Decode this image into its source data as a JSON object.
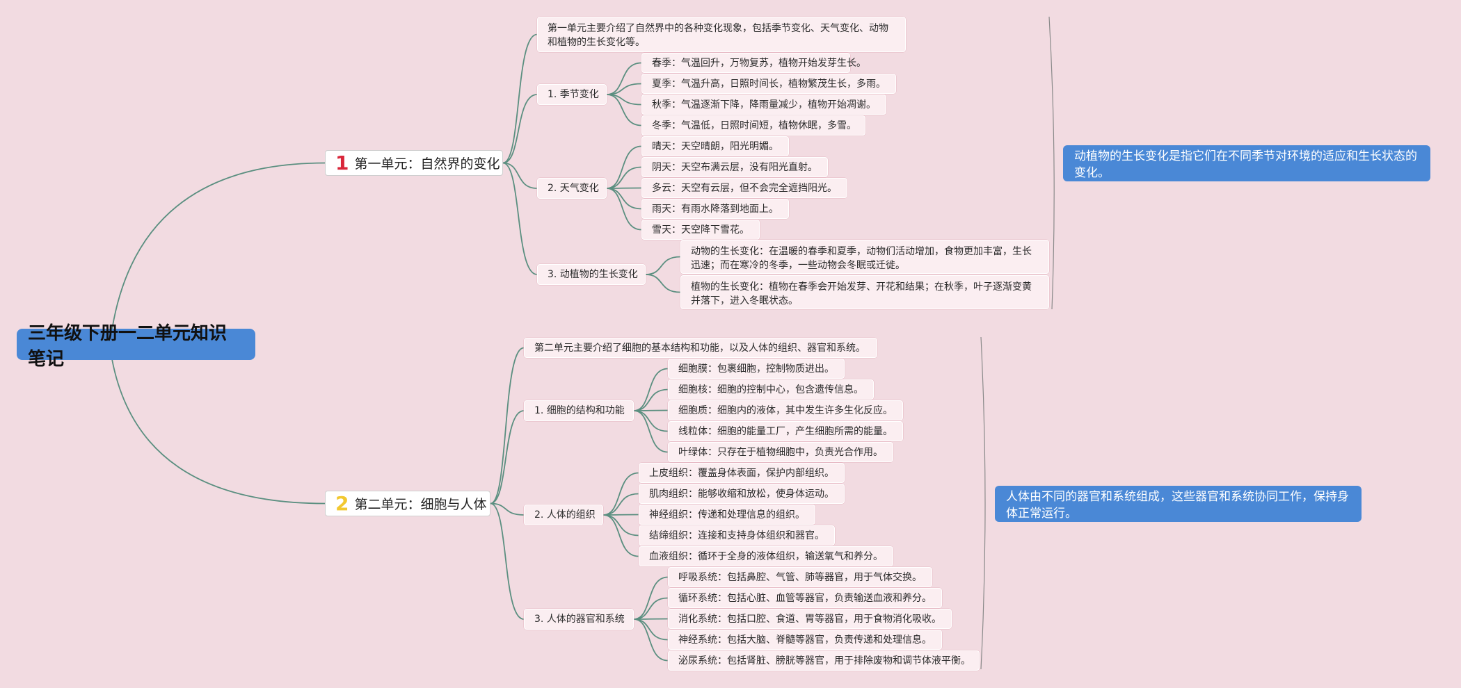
{
  "root": {
    "title": "三年级下册一二单元知识笔记"
  },
  "units": [
    {
      "number": "1",
      "title": "第一单元：自然界的变化",
      "intro": "第一单元主要介绍了自然界中的各种变化现象，包括季节变化、天气变化、动物和植物的生长变化等。",
      "topics": [
        {
          "title": "1. 季节变化",
          "items": [
            "春季：气温回升，万物复苏，植物开始发芽生长。",
            "夏季：气温升高，日照时间长，植物繁茂生长，多雨。",
            "秋季：气温逐渐下降，降雨量减少，植物开始凋谢。",
            "冬季：气温低，日照时间短，植物休眠，多雪。"
          ]
        },
        {
          "title": "2. 天气变化",
          "items": [
            "晴天：天空晴朗，阳光明媚。",
            "阴天：天空布满云层，没有阳光直射。",
            "多云：天空有云层，但不会完全遮挡阳光。",
            "雨天：有雨水降落到地面上。",
            "雪天：天空降下雪花。"
          ]
        },
        {
          "title": "3. 动植物的生长变化",
          "items": [
            "动物的生长变化：在温暖的春季和夏季，动物们活动增加，食物更加丰富，生长迅速；而在寒冷的冬季，一些动物会冬眠或迁徙。",
            "植物的生长变化：植物在春季会开始发芽、开花和结果；在秋季，叶子逐渐变黄并落下，进入冬眠状态。"
          ]
        }
      ],
      "summary": "动植物的生长变化是指它们在不同季节对环境的适应和生长状态的变化。"
    },
    {
      "number": "2",
      "title": "第二单元：细胞与人体",
      "intro": "第二单元主要介绍了细胞的基本结构和功能，以及人体的组织、器官和系统。",
      "topics": [
        {
          "title": "1. 细胞的结构和功能",
          "items": [
            "细胞膜：包裹细胞，控制物质进出。",
            "细胞核：细胞的控制中心，包含遗传信息。",
            "细胞质：细胞内的液体，其中发生许多生化反应。",
            "线粒体：细胞的能量工厂，产生细胞所需的能量。",
            "叶绿体：只存在于植物细胞中，负责光合作用。"
          ]
        },
        {
          "title": "2. 人体的组织",
          "items": [
            "上皮组织：覆盖身体表面，保护内部组织。",
            "肌肉组织：能够收缩和放松，使身体运动。",
            "神经组织：传递和处理信息的组织。",
            "结缔组织：连接和支持身体组织和器官。",
            "血液组织：循环于全身的液体组织，输送氧气和养分。"
          ]
        },
        {
          "title": "3. 人体的器官和系统",
          "items": [
            "呼吸系统：包括鼻腔、气管、肺等器官，用于气体交换。",
            "循环系统：包括心脏、血管等器官，负责输送血液和养分。",
            "消化系统：包括口腔、食道、胃等器官，用于食物消化吸收。",
            "神经系统：包括大脑、脊髓等器官，负责传递和处理信息。",
            "泌尿系统：包括肾脏、膀胱等器官，用于排除废物和调节体液平衡。"
          ]
        }
      ],
      "summary": "人体由不同的器官和系统组成，这些器官和系统协同工作，保持身体正常运行。"
    }
  ],
  "colors": {
    "background": "#f2dbe1",
    "connector": "#5b8f80",
    "root": "#4a88d6",
    "summary": "#4a88d6",
    "unit1_number": "#d9263a",
    "unit2_number": "#f2c830"
  }
}
